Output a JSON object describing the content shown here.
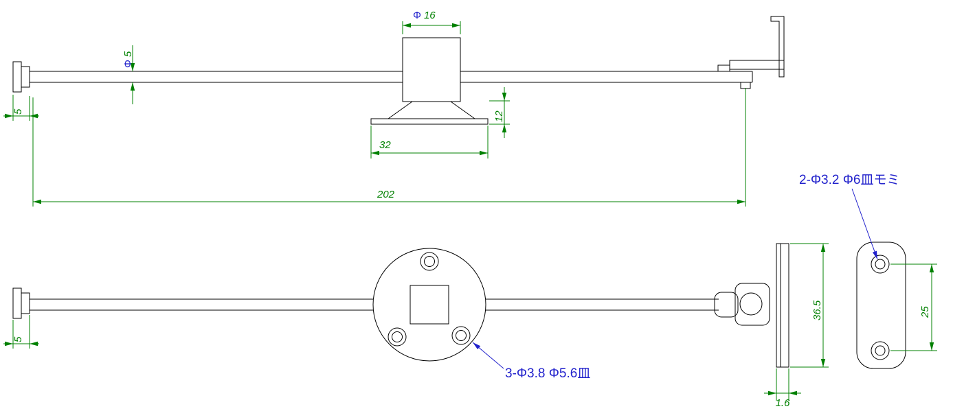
{
  "drawing": {
    "background": "#ffffff",
    "line_color": "#000000",
    "dimension_color": "#008000",
    "annotation_color": "#2222cc"
  },
  "top_view": {
    "dim_block_width_prefix": "Φ",
    "dim_block_width": "16",
    "dim_rod_dia_prefix": "Φ",
    "dim_rod_dia": "5",
    "dim_cap_length": "5",
    "dim_base_height": "12",
    "dim_base_width": "32",
    "dim_overall_length": "202"
  },
  "bottom_view": {
    "dim_cap_length": "5",
    "dim_plate_height": "36.5",
    "dim_plate_thickness": "1.6",
    "dim_hole_pitch": "25",
    "label_flange_holes": "3-Φ3.8 Φ5.6皿",
    "label_plate_holes": "2-Φ3.2 Φ6皿モミ"
  }
}
